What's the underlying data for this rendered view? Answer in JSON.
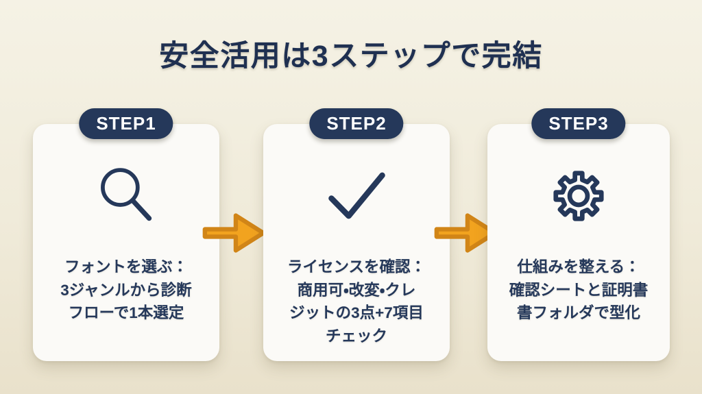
{
  "title": "安全活用は3ステップで完結",
  "steps": [
    {
      "badge": "STEP1",
      "icon": "magnifier-search-icon",
      "lines": [
        "フォントを選ぶ：",
        "3ジャンルから診断",
        "フローで1本選定"
      ]
    },
    {
      "badge": "STEP2",
      "icon": "checkmark-icon",
      "lines": [
        "ライセンスを確認：",
        "商用可・改変・クレ",
        "ジットの3点+7項目",
        "チェック"
      ]
    },
    {
      "badge": "STEP3",
      "icon": "gear-icon",
      "lines": [
        "仕組みを整える：",
        "確認シートと証明書",
        "書フォルダで型化"
      ]
    }
  ],
  "colors": {
    "bg_top": "#F5F2E5",
    "bg_bottom": "#E9E1CB",
    "card": "#FBFAF7",
    "navy": "#25385A",
    "title_navy": "#1F3051",
    "arrow_fill": "#F2A31F",
    "arrow_stroke": "#D18517"
  }
}
